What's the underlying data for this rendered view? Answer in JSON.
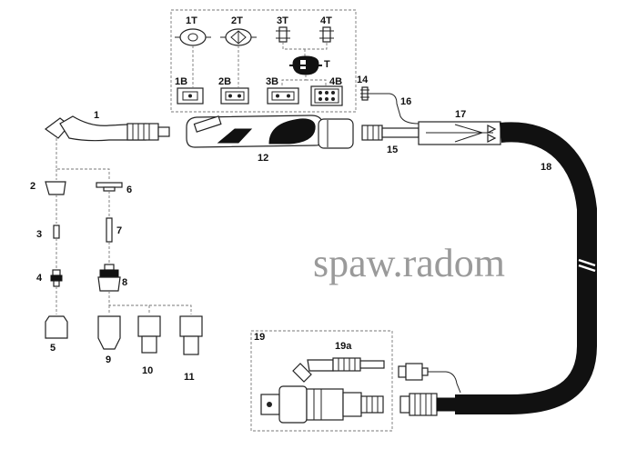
{
  "labels": {
    "p1": "1",
    "p2": "2",
    "p3": "3",
    "p4": "4",
    "p5": "5",
    "p6": "6",
    "p7": "7",
    "p8": "8",
    "p9": "9",
    "p10": "10",
    "p11": "11",
    "p12": "12",
    "p14": "14",
    "p15": "15",
    "p16": "16",
    "p17": "17",
    "p18": "18",
    "p19": "19",
    "p19a": "19a",
    "t1": "1T",
    "t2": "2T",
    "t3": "3T",
    "t4": "4T",
    "tt": "T",
    "b1": "1B",
    "b2": "2B",
    "b3": "3B",
    "b4": "4B"
  },
  "watermark": "spaw.radom"
}
